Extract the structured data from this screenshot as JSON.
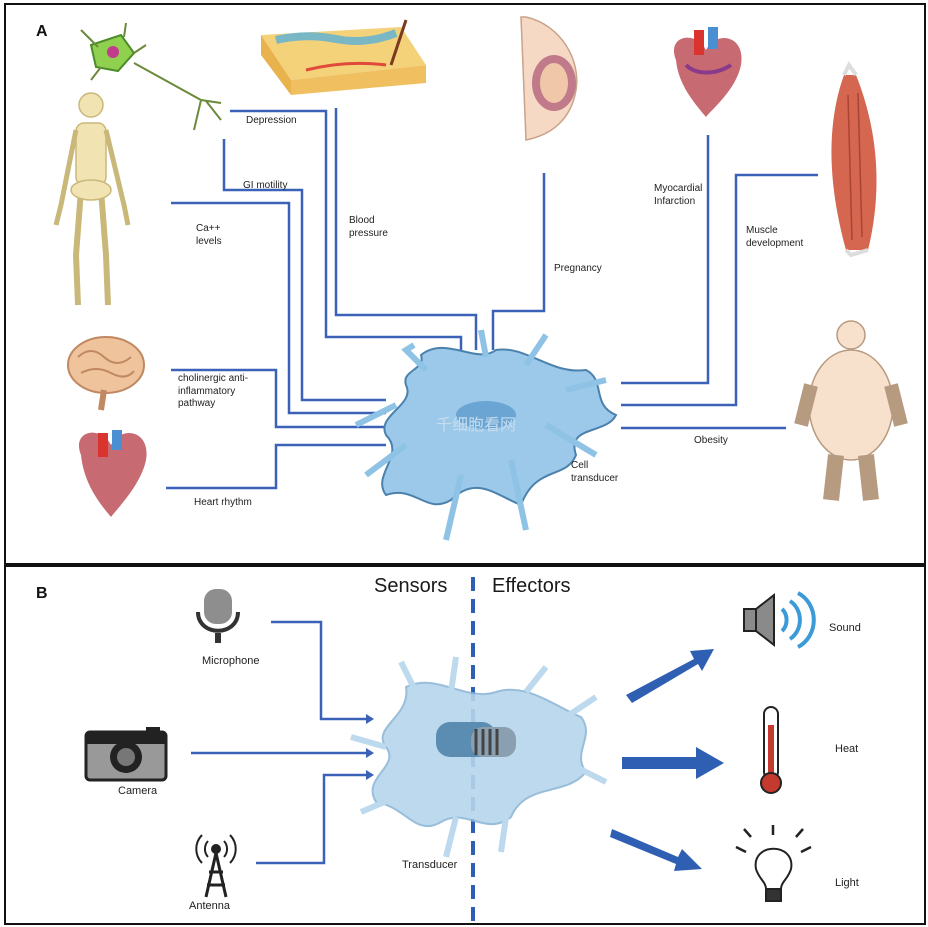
{
  "panel_a": {
    "label": "A",
    "labels": {
      "depression": "Depression",
      "gi_motility": "GI motility",
      "ca_levels": "Ca++\nlevels",
      "blood_pressure": "Blood\npressure",
      "pregnancy": "Pregnancy",
      "myocardial": "Myocardial\nInfarction",
      "muscle": "Muscle\ndevelopment",
      "cholinergic": "cholinergic anti-\ninflammatory\npathway",
      "heart_rhythm": "Heart rhythm",
      "obesity": "Obesity",
      "cell_transducer": "Cell\ntransducer"
    },
    "watermark": "千细胞看网"
  },
  "panel_b": {
    "label": "B",
    "sensors": "Sensors",
    "effectors": "Effectors",
    "inputs": {
      "microphone": "Microphone",
      "camera": "Camera",
      "antenna": "Antenna"
    },
    "outputs": {
      "sound": "Sound",
      "heat": "Heat",
      "light": "Light"
    },
    "transducer": "Transducer"
  },
  "colors": {
    "line": "#3b62b8",
    "arrow": "#2f5fb3",
    "cell": "#8ec3e6",
    "cell_stroke": "#4a82ad"
  }
}
